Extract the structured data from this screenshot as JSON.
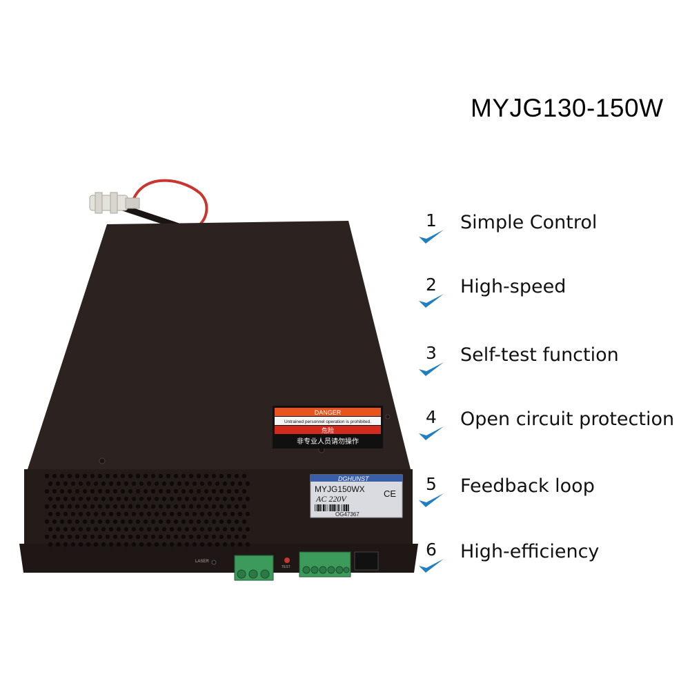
{
  "title": "MYJG130-150W",
  "features": [
    {
      "number": "1",
      "label": "Simple Control"
    },
    {
      "number": "2",
      "label": "High-speed"
    },
    {
      "number": "3",
      "label": "Self-test function"
    },
    {
      "number": "4",
      "label": "Open circuit protection"
    },
    {
      "number": "5",
      "label": "Feedback loop"
    },
    {
      "number": "6",
      "label": "High-efficiency"
    }
  ],
  "product": {
    "danger_header": "DANGER",
    "danger_text_en": "Untrained personnel operation is prohibited.",
    "danger_header_cn": "危险",
    "danger_text_cn": "非专业人员请勿操作",
    "brand": "DGHUNST",
    "model": "MYJG150WX",
    "voltage": "AC 220V",
    "ce_mark": "CE",
    "serial": "OG47367",
    "laser_label": "LASER",
    "test_label": "TEST"
  },
  "colors": {
    "case": "#2c221f",
    "check": "#1f7fc2",
    "danger_orange": "#e8541c",
    "danger_red": "#d22a1c",
    "connector_green": "#3c9a5a"
  }
}
